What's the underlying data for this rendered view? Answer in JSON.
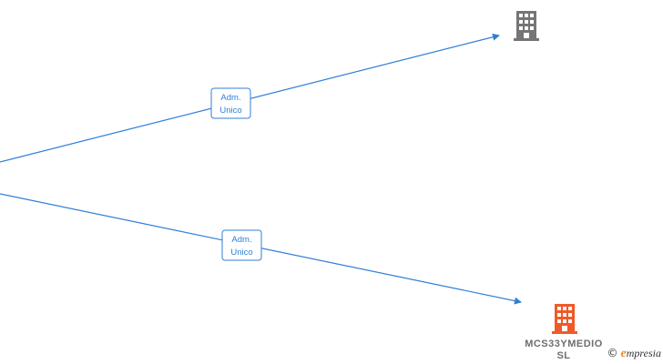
{
  "colors": {
    "edge": "#2f7fd6",
    "company_gray": "#757575",
    "company_highlight": "#f05a28",
    "brand_accent": "#f28c1e"
  },
  "edges": [
    {
      "label_line1": "Adm.",
      "label_line2": "Unico"
    },
    {
      "label_line1": "Adm.",
      "label_line2": "Unico"
    }
  ],
  "nodes": {
    "top_company": {
      "label": "",
      "icon": "building-icon"
    },
    "bottom_company": {
      "label_line1": "MCS33YMEDIO",
      "label_line2": "SL",
      "icon": "building-icon"
    }
  },
  "watermark": {
    "copyright_symbol": "©",
    "brand_initial": "e",
    "brand_rest": "mpresia"
  }
}
